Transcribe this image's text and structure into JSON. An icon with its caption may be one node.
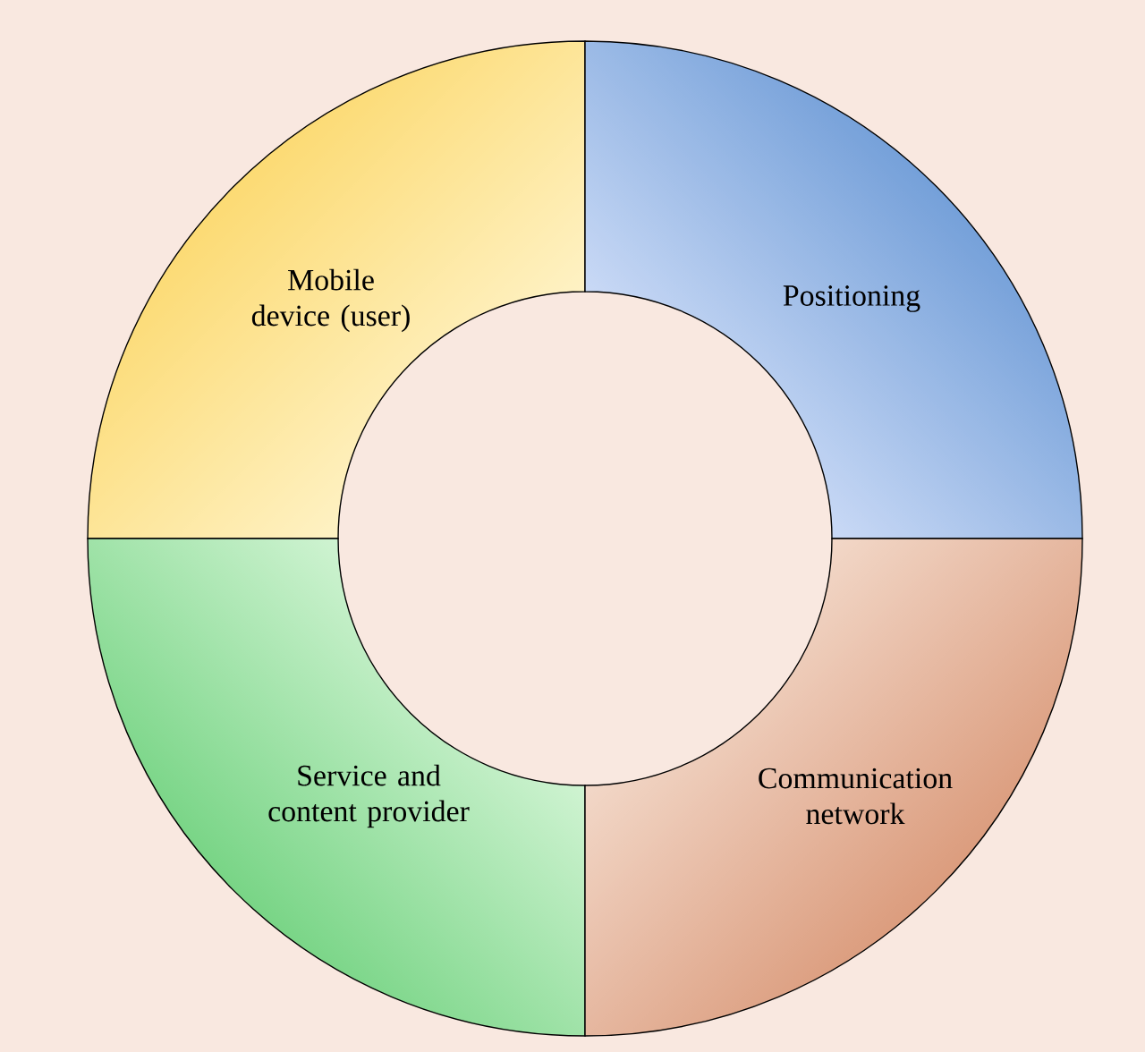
{
  "diagram": {
    "nodes": [
      {
        "text": [
          "Mobile device (user)"
        ]
      },
      {
        "text": [
          "Positioning"
        ]
      },
      {
        "text": [
          "Service and content provider"
        ]
      },
      {
        "text": [
          "Communication network"
        ]
      }
    ]
  }
}
